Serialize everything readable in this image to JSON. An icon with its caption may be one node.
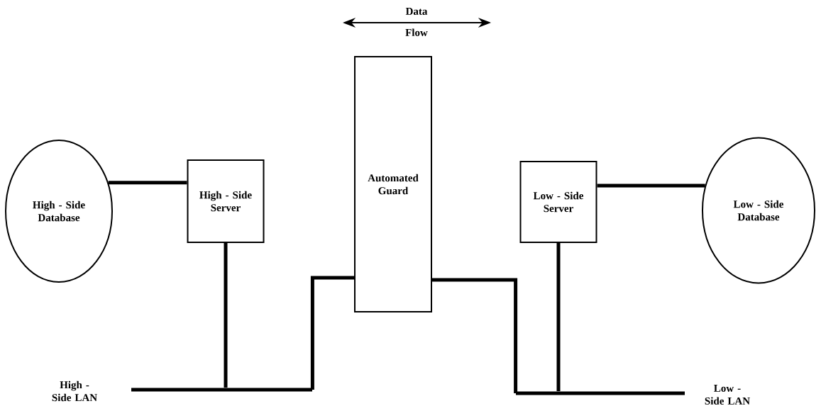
{
  "diagram": {
    "nodes": [
      {
        "text": [
          "High - Side Database"
        ]
      },
      {
        "text": [
          "High - Side Server"
        ]
      },
      {
        "text": [
          "Automated Guard"
        ]
      },
      {
        "text": [
          "Low - Side Server"
        ]
      },
      {
        "text": [
          "Low - Side Database"
        ]
      },
      {
        "text": [],
        "shape": "bar",
        "beside": [
          "High - Side LAN"
        ]
      },
      {
        "text": [],
        "shape": "bar",
        "beside": [
          "Low - Side LAN"
        ]
      }
    ],
    "edges": [
      {
        "from": 0,
        "to": 1,
        "arrow": "none"
      },
      {
        "from": 1,
        "to": 5,
        "arrow": "none"
      },
      {
        "from": 5,
        "to": 2,
        "arrow": "none"
      },
      {
        "from": 2,
        "to": 6,
        "arrow": "none"
      },
      {
        "from": 3,
        "to": 6,
        "arrow": "none"
      },
      {
        "from": 3,
        "to": 4,
        "arrow": "none"
      }
    ],
    "labels": [
      "Data Flow"
    ]
  }
}
